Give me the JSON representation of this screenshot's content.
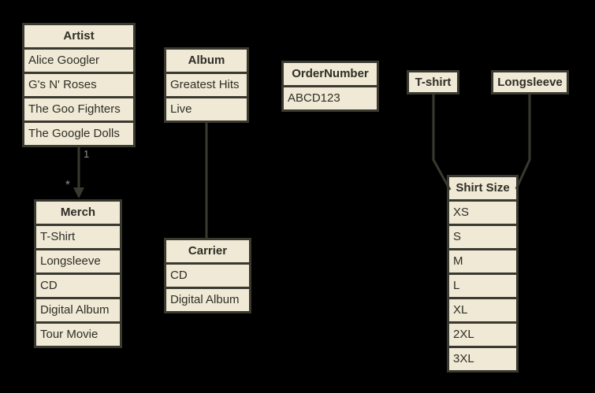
{
  "colors": {
    "background": "#000000",
    "cell_fill": "#EFE9D5",
    "border": "#3A392F",
    "text": "#2F2E27",
    "edge_label": "#8E8E8E"
  },
  "tables": [
    {
      "id": "artist",
      "title": "Artist",
      "rows": [
        "Alice Googler",
        "G's N' Roses",
        "The Goo Fighters",
        "The Google Dolls"
      ]
    },
    {
      "id": "album",
      "title": "Album",
      "rows": [
        "Greatest Hits",
        "Live"
      ]
    },
    {
      "id": "ordernumber",
      "title": "OrderNumber",
      "rows": [
        "ABCD123"
      ]
    },
    {
      "id": "tshirt",
      "title": "T-shirt",
      "rows": []
    },
    {
      "id": "longsleeve",
      "title": "Longsleeve",
      "rows": []
    },
    {
      "id": "merch",
      "title": "Merch",
      "rows": [
        "T-Shirt",
        "Longsleeve",
        "CD",
        "Digital Album",
        "Tour Movie"
      ]
    },
    {
      "id": "carrier",
      "title": "Carrier",
      "rows": [
        "CD",
        "Digital Album"
      ]
    },
    {
      "id": "shirtsize",
      "title": "Shirt Size",
      "rows": [
        "XS",
        "S",
        "M",
        "L",
        "XL",
        "2XL",
        "3XL"
      ]
    }
  ],
  "edges": {
    "artist_merch": {
      "source_label": "1",
      "target_label": "*"
    }
  }
}
